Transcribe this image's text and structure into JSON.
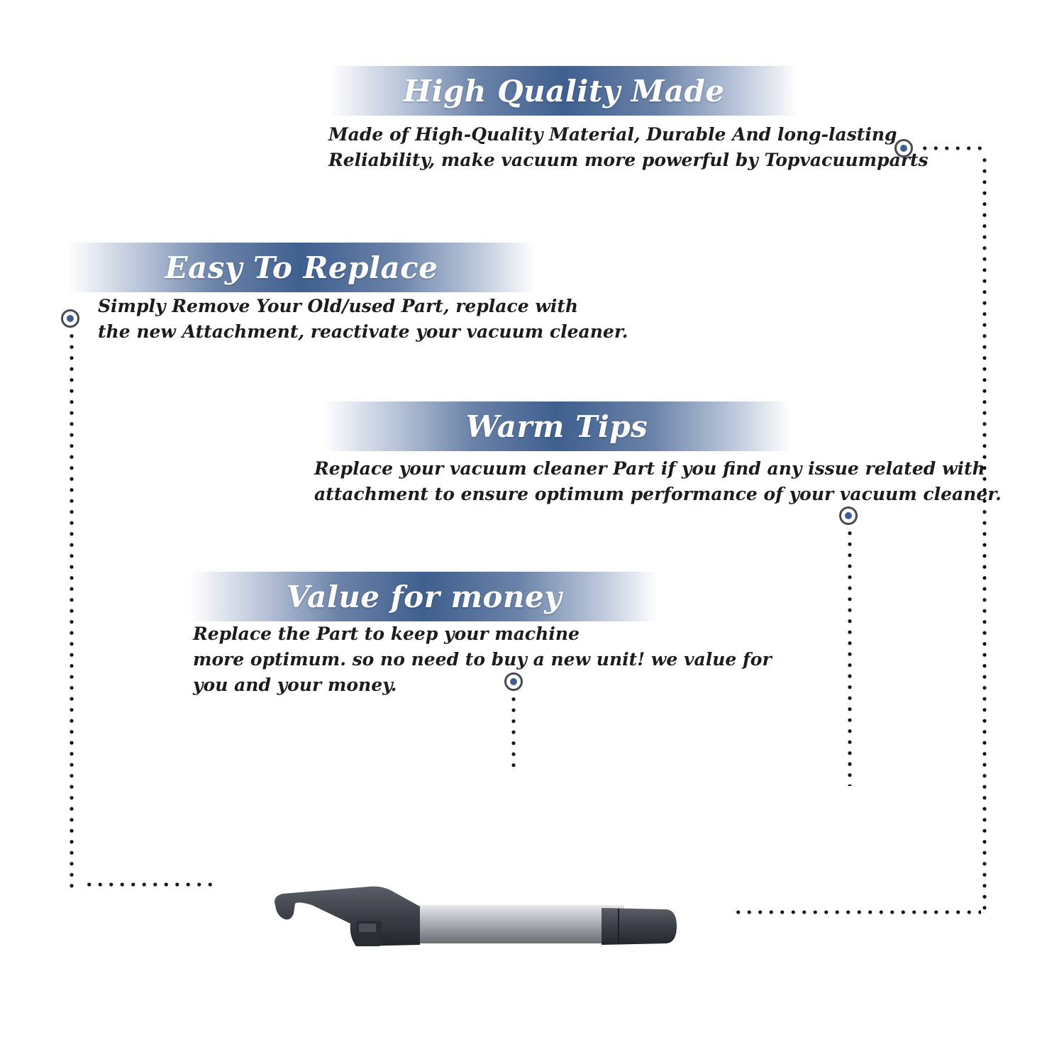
{
  "sections": [
    {
      "title": "High Quality Made",
      "lines": [
        "Made of  High-Quality Material, Durable And long-lasting",
        "Reliability, make vacuum more powerful by Topvacuumparts"
      ]
    },
    {
      "title": "Easy To Replace",
      "lines": [
        "Simply Remove Your Old/used Part, replace with",
        "the new Attachment, reactivate your vacuum cleaner."
      ]
    },
    {
      "title": "Warm Tips",
      "lines": [
        "Replace your vacuum cleaner Part if you find any issue related with",
        " attachment to ensure optimum performance of your vacuum cleaner."
      ]
    },
    {
      "title": "Value for money",
      "lines": [
        "Replace the Part to keep your machine",
        "more optimum. so no need to buy a new unit! we value for",
        "you and your money."
      ]
    }
  ],
  "colors": {
    "banner": "#3f5f8e",
    "marker_dot": "#3d5f94",
    "marker_ring": "#474a52"
  },
  "icons": [
    "bullet-marker-icon",
    "vacuum-wand-handle-image"
  ]
}
